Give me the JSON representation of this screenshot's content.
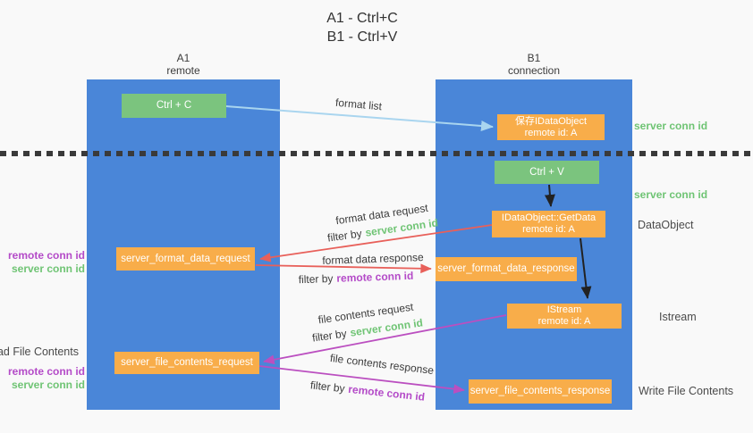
{
  "title": {
    "line1": "A1 - Ctrl+C",
    "line2": "B1 - Ctrl+V"
  },
  "columns": {
    "a": {
      "id": "A1",
      "subtitle": "remote"
    },
    "b": {
      "id": "B1",
      "subtitle": "connection"
    }
  },
  "nodes": {
    "ctrl_c": "Ctrl + C",
    "ctrl_v": "Ctrl + V",
    "save_idataobject": {
      "line1": "保存IDataObject",
      "line2": "remote id: A"
    },
    "getdata": {
      "line1": "IDataObject::GetData",
      "line2": "remote id: A"
    },
    "istream": {
      "line1": "IStream",
      "line2": "remote id: A"
    },
    "server_format_data_request": "server_format_data_request",
    "server_format_data_response": "server_format_data_response",
    "server_file_contents_request": "server_file_contents_request",
    "server_file_contents_response": "server_file_contents_response"
  },
  "edge_labels": {
    "format_list": "format list",
    "format_data_request": "format data request",
    "format_data_response": "format data response",
    "file_contents_request": "file contents request",
    "file_contents_response": "file contents response",
    "filter_by": "filter by",
    "server_conn_id": "server conn id",
    "remote_conn_id": "remote conn id"
  },
  "side_labels": {
    "server_conn_id_top": "server conn id",
    "server_conn_id_mid": "server conn id",
    "dataobject": "DataObject",
    "istream": "Istream",
    "write_file_contents": "Write File Contents",
    "read_file_contents": "Read File Contents",
    "remote_conn_id": "remote conn id",
    "server_conn_id": "server conn id"
  },
  "colors": {
    "lane_blue": "#4a86d8",
    "node_green": "#7bc47e",
    "node_orange": "#f8ad4a",
    "server_conn_green": "#6fc474",
    "remote_conn_purple": "#b44bc8",
    "format_arrow_red": "#e8605a",
    "file_arrow_purple": "#bb4fc0",
    "format_list_arrow_blue": "#a9d5ef",
    "divider_dark": "#3a3a3a"
  }
}
